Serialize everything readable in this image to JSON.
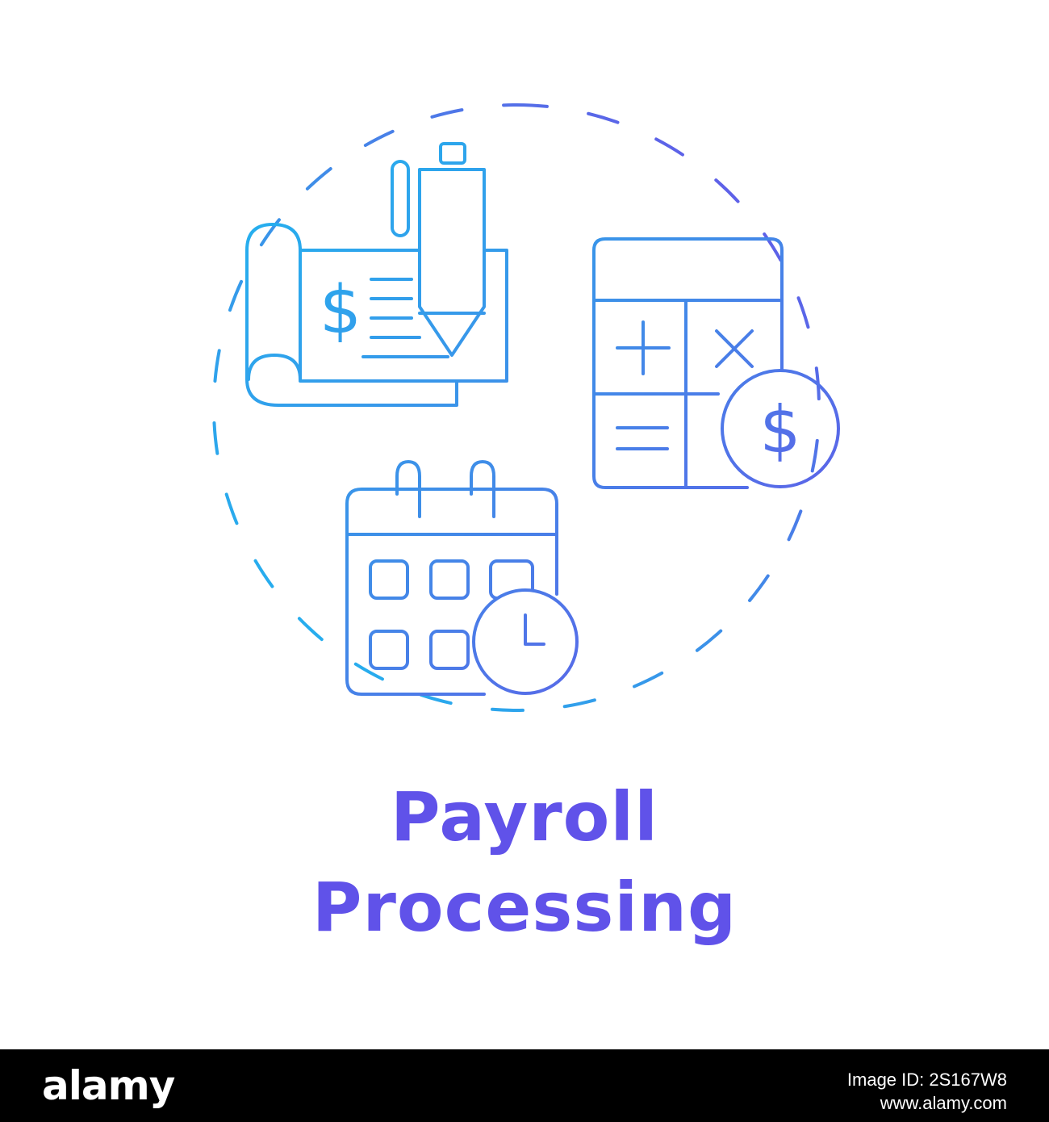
{
  "title_lines": [
    "Payroll",
    "Processing"
  ],
  "colors": {
    "gradient_start": "#21b5ef",
    "gradient_mid": "#3f8de8",
    "gradient_end": "#6a4fe8",
    "title_color": "#6052e9",
    "background": "#ffffff",
    "footer_bg": "#000000"
  },
  "icons": [
    "check-with-pen-icon",
    "calculator-dollar-icon",
    "calendar-clock-icon",
    "dashed-circle-frame"
  ],
  "check_icon": {
    "currency_symbol": "$"
  },
  "calculator_icon": {
    "plus": "+",
    "times": "×",
    "equals": "=",
    "coin_symbol": "$"
  },
  "footer": {
    "brand": "alamy",
    "image_id": "Image ID: 2S167W8",
    "url": "www.alamy.com"
  }
}
